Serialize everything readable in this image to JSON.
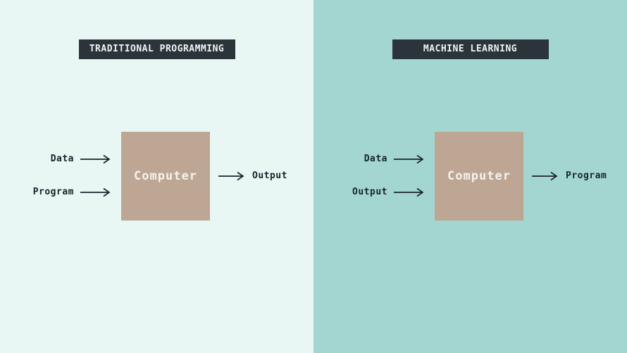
{
  "diagram": {
    "panels": [
      {
        "title": "TRADITIONAL PROGRAMMING",
        "inputs": [
          "Data",
          "Program"
        ],
        "processor": "Computer",
        "output": "Output"
      },
      {
        "title": "MACHINE LEARNING",
        "inputs": [
          "Data",
          "Output"
        ],
        "processor": "Computer",
        "output": "Program"
      }
    ],
    "colors": {
      "left_background": "#e9f7f4",
      "right_background": "#a4d6d1",
      "box": "#bda794",
      "badge_background": "#2b333b",
      "badge_text": "#eef5f3",
      "label_text": "#17242c",
      "box_text": "#f5f2ee",
      "arrow": "#1b252c"
    }
  }
}
